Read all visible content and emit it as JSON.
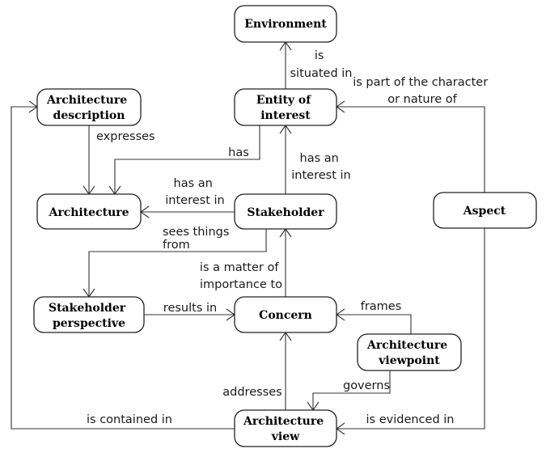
{
  "nodes": {
    "environment": {
      "lines": [
        "Environment"
      ]
    },
    "entity_of_interest": {
      "lines": [
        "Entity of",
        "interest"
      ]
    },
    "architecture_description": {
      "lines": [
        "Architecture",
        "description"
      ]
    },
    "architecture": {
      "lines": [
        "Architecture"
      ]
    },
    "stakeholder": {
      "lines": [
        "Stakeholder"
      ]
    },
    "aspect": {
      "lines": [
        "Aspect"
      ]
    },
    "stakeholder_perspective": {
      "lines": [
        "Stakeholder",
        "perspective"
      ]
    },
    "concern": {
      "lines": [
        "Concern"
      ]
    },
    "architecture_viewpoint": {
      "lines": [
        "Architecture",
        "viewpoint"
      ]
    },
    "architecture_view": {
      "lines": [
        "Architecture",
        "view"
      ]
    }
  },
  "edges": {
    "is_situated_in": {
      "lines": [
        "is",
        "situated in"
      ]
    },
    "is_part_of": {
      "lines": [
        "is part of the character",
        "or nature of"
      ]
    },
    "expresses": {
      "lines": [
        "expresses"
      ]
    },
    "has": {
      "lines": [
        "has"
      ]
    },
    "has_interest_in_entity": {
      "lines": [
        "has an",
        "interest in"
      ]
    },
    "has_interest_in_architecture": {
      "lines": [
        "has an",
        "interest in"
      ]
    },
    "sees_things_from": {
      "lines": [
        "sees things",
        "from"
      ]
    },
    "is_matter_of_importance": {
      "lines": [
        "is a matter of",
        "importance to"
      ]
    },
    "results_in": {
      "lines": [
        "results in"
      ]
    },
    "frames": {
      "lines": [
        "frames"
      ]
    },
    "governs": {
      "lines": [
        "governs"
      ]
    },
    "addresses": {
      "lines": [
        "addresses"
      ]
    },
    "is_contained_in": {
      "lines": [
        "is contained in"
      ]
    },
    "is_evidenced_in": {
      "lines": [
        "is evidenced in"
      ]
    }
  }
}
